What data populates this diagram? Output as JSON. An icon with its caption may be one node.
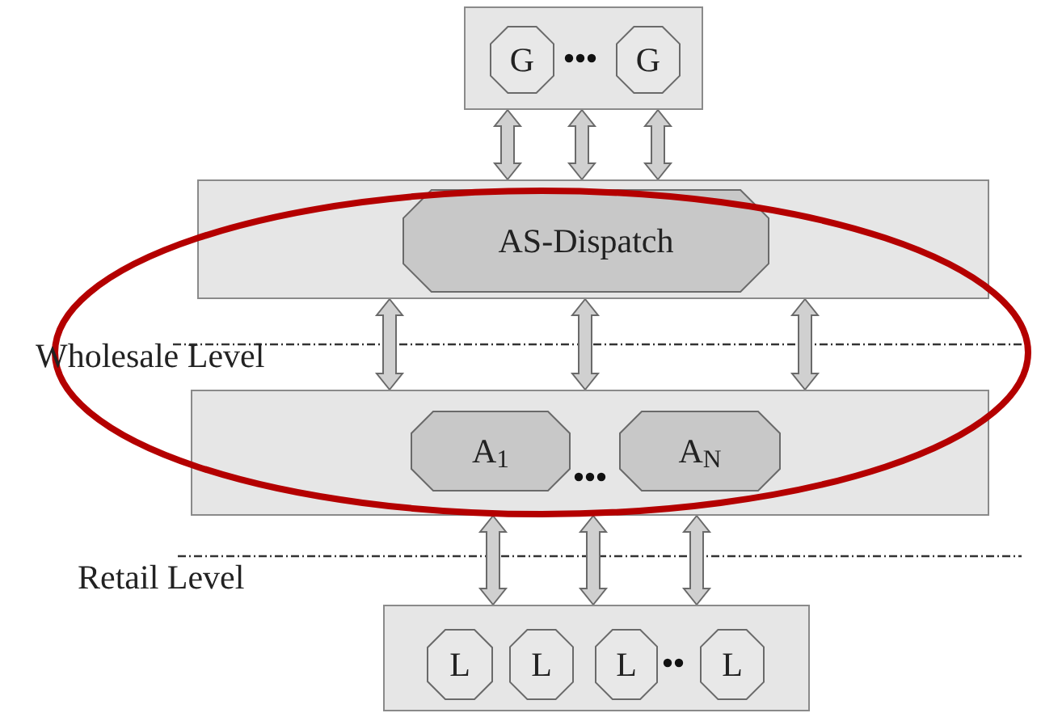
{
  "diagram": {
    "nodes": [
      {
        "text": [],
        "shape": "box"
      },
      {
        "text": [
          "G"
        ],
        "in": 0
      },
      {
        "text": [
          "G"
        ],
        "in": 0
      },
      {
        "text": [],
        "shape": "box"
      },
      {
        "text": [
          "AS-Dispatch"
        ],
        "in": 3
      },
      {
        "text": [],
        "shape": "box"
      },
      {
        "text": [
          "A$_{1}$"
        ],
        "in": 5
      },
      {
        "text": [
          "A$_{N}$"
        ],
        "in": 5
      },
      {
        "text": [],
        "shape": "box"
      },
      {
        "text": [
          "L"
        ],
        "in": 8
      },
      {
        "text": [
          "L"
        ],
        "in": 8
      },
      {
        "text": [
          "L"
        ],
        "in": 8
      },
      {
        "text": [
          "L"
        ],
        "in": 8
      }
    ],
    "edges": [
      {
        "from": 0,
        "to": 3,
        "arrow": "both"
      },
      {
        "from": 0,
        "to": 3,
        "arrow": "both"
      },
      {
        "from": 0,
        "to": 3,
        "arrow": "both"
      },
      {
        "from": 3,
        "to": 5,
        "arrow": "both"
      },
      {
        "from": 3,
        "to": 5,
        "arrow": "both"
      },
      {
        "from": 3,
        "to": 5,
        "arrow": "both"
      },
      {
        "from": 5,
        "to": 8,
        "arrow": "both"
      },
      {
        "from": 5,
        "to": 8,
        "arrow": "both"
      },
      {
        "from": 5,
        "to": 8,
        "arrow": "both"
      }
    ],
    "labels": [
      "Wholesale Level",
      "Retail Level"
    ]
  }
}
